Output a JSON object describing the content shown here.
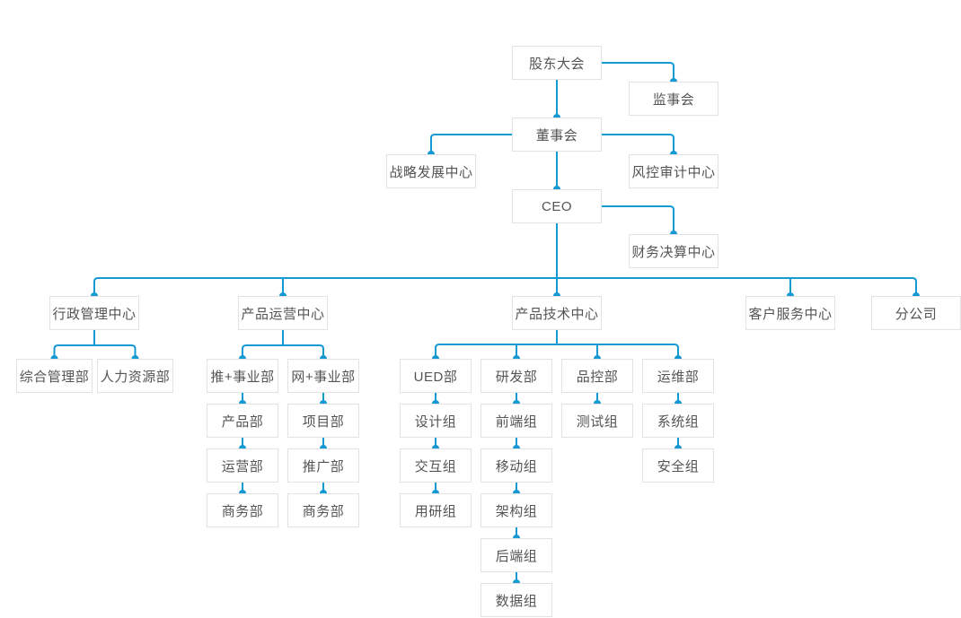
{
  "nodes": {
    "shareholders_meeting": "股东大会",
    "supervisory_board": "监事会",
    "board_of_directors": "董事会",
    "strategy_center": "战略发展中心",
    "risk_audit_center": "风控审计中心",
    "ceo": "CEO",
    "finance_center": "财务决算中心",
    "admin_center": "行政管理中心",
    "product_ops_center": "产品运营中心",
    "product_tech_center": "产品技术中心",
    "customer_service_center": "客户服务中心",
    "branch_company": "分公司",
    "general_mgmt_dept": "综合管理部",
    "hr_dept": "人力资源部",
    "tui_business_dept": "推+事业部",
    "wang_business_dept": "网+事业部",
    "product_dept": "产品部",
    "project_dept": "项目部",
    "operations_dept": "运营部",
    "promotion_dept": "推广部",
    "business_dept_1": "商务部",
    "business_dept_2": "商务部",
    "ued_dept": "UED部",
    "rd_dept": "研发部",
    "qc_dept": "品控部",
    "om_dept": "运维部",
    "design_team": "设计组",
    "frontend_team": "前端组",
    "testing_team": "测试组",
    "system_team": "系统组",
    "interaction_team": "交互组",
    "mobile_team": "移动组",
    "security_team": "安全组",
    "user_research_team": "用研组",
    "architecture_team": "架构组",
    "backend_team": "后端组",
    "data_team": "数据组"
  },
  "hierarchy": {
    "label": "股东大会",
    "children": [
      {
        "label": "监事会"
      },
      {
        "label": "董事会",
        "children": [
          {
            "label": "战略发展中心"
          },
          {
            "label": "风控审计中心"
          },
          {
            "label": "CEO",
            "children": [
              {
                "label": "财务决算中心"
              },
              {
                "label": "行政管理中心",
                "children": [
                  {
                    "label": "综合管理部"
                  },
                  {
                    "label": "人力资源部"
                  }
                ]
              },
              {
                "label": "产品运营中心",
                "children": [
                  {
                    "label": "推+事业部",
                    "children": [
                      {
                        "label": "产品部"
                      },
                      {
                        "label": "运营部"
                      },
                      {
                        "label": "商务部"
                      }
                    ]
                  },
                  {
                    "label": "网+事业部",
                    "children": [
                      {
                        "label": "项目部"
                      },
                      {
                        "label": "推广部"
                      },
                      {
                        "label": "商务部"
                      }
                    ]
                  }
                ]
              },
              {
                "label": "产品技术中心",
                "children": [
                  {
                    "label": "UED部",
                    "children": [
                      {
                        "label": "设计组"
                      },
                      {
                        "label": "交互组"
                      },
                      {
                        "label": "用研组"
                      }
                    ]
                  },
                  {
                    "label": "研发部",
                    "children": [
                      {
                        "label": "前端组"
                      },
                      {
                        "label": "移动组"
                      },
                      {
                        "label": "架构组"
                      },
                      {
                        "label": "后端组"
                      },
                      {
                        "label": "数据组"
                      }
                    ]
                  },
                  {
                    "label": "品控部",
                    "children": [
                      {
                        "label": "测试组"
                      }
                    ]
                  },
                  {
                    "label": "运维部",
                    "children": [
                      {
                        "label": "系统组"
                      },
                      {
                        "label": "安全组"
                      }
                    ]
                  }
                ]
              },
              {
                "label": "客户服务中心"
              },
              {
                "label": "分公司"
              }
            ]
          }
        ]
      }
    ]
  },
  "colors": {
    "connector": "#1599d2",
    "node_border": "#e2e2e2",
    "node_background": "#ffffff",
    "node_text": "#545454",
    "page_background": "#ffffff"
  }
}
